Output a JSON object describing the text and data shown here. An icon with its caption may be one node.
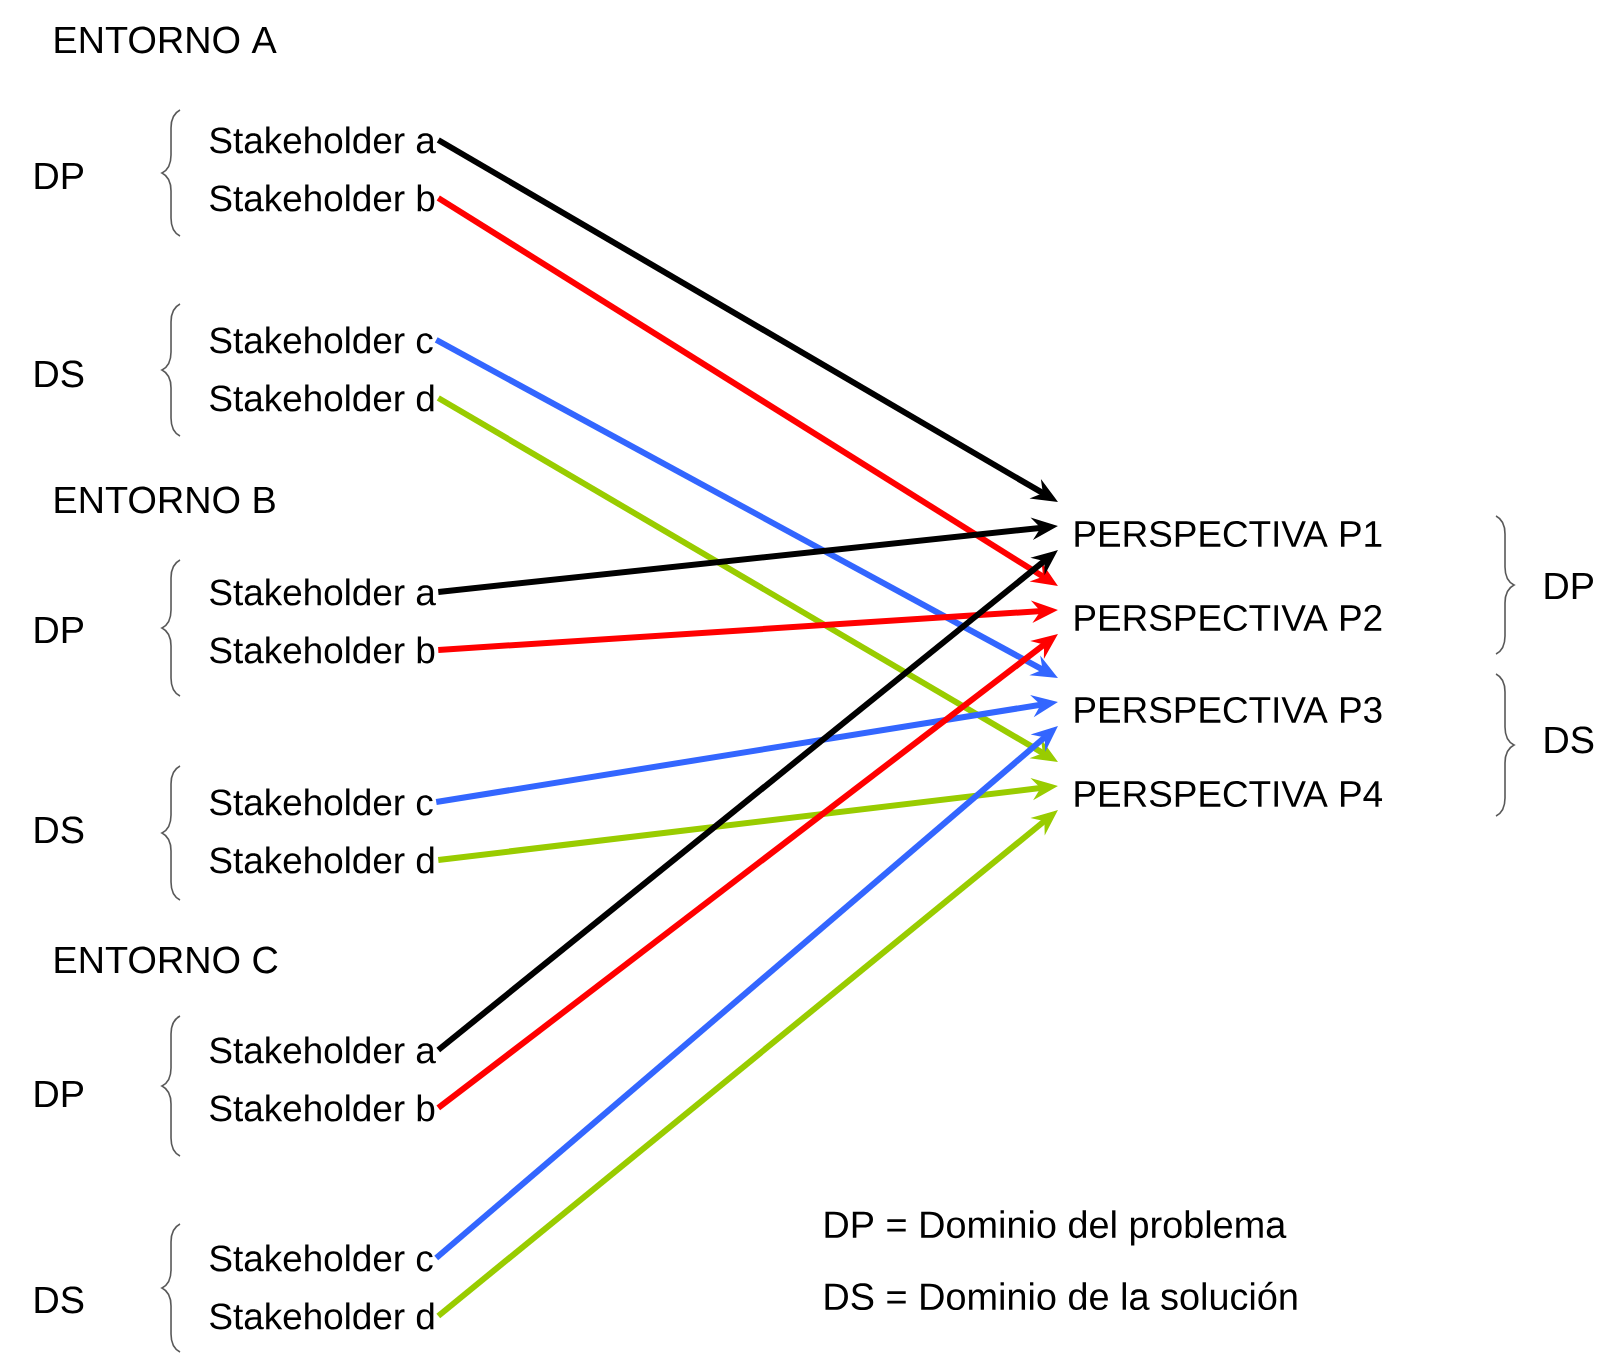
{
  "diagram": {
    "nodes": [
      {
        "text": [
          "Stakeholder a"
        ]
      },
      {
        "text": [
          "Stakeholder b"
        ]
      },
      {
        "text": [
          "Stakeholder c"
        ]
      },
      {
        "text": [
          "Stakeholder d"
        ]
      },
      {
        "text": [
          "Stakeholder a"
        ]
      },
      {
        "text": [
          "Stakeholder b"
        ]
      },
      {
        "text": [
          "Stakeholder c"
        ]
      },
      {
        "text": [
          "Stakeholder d"
        ]
      },
      {
        "text": [
          "Stakeholder a"
        ]
      },
      {
        "text": [
          "Stakeholder b"
        ]
      },
      {
        "text": [
          "Stakeholder c"
        ]
      },
      {
        "text": [
          "Stakeholder d"
        ]
      },
      {
        "text": [
          "PERSPECTIVA P1"
        ]
      },
      {
        "text": [
          "PERSPECTIVA P2"
        ]
      },
      {
        "text": [
          "PERSPECTIVA P3"
        ]
      },
      {
        "text": [
          "PERSPECTIVA P4"
        ]
      }
    ],
    "edges": [
      {
        "from": 0,
        "to": 12,
        "arrow": "to",
        "color": "#000000"
      },
      {
        "from": 1,
        "to": 13,
        "arrow": "to",
        "color": "#ff0000"
      },
      {
        "from": 2,
        "to": 14,
        "arrow": "to",
        "color": "#3366ff"
      },
      {
        "from": 3,
        "to": 15,
        "arrow": "to",
        "color": "#99cc00"
      },
      {
        "from": 4,
        "to": 12,
        "arrow": "to",
        "color": "#000000"
      },
      {
        "from": 5,
        "to": 13,
        "arrow": "to",
        "color": "#ff0000"
      },
      {
        "from": 6,
        "to": 14,
        "arrow": "to",
        "color": "#3366ff"
      },
      {
        "from": 7,
        "to": 15,
        "arrow": "to",
        "color": "#99cc00"
      },
      {
        "from": 8,
        "to": 12,
        "arrow": "to",
        "color": "#000000"
      },
      {
        "from": 9,
        "to": 13,
        "arrow": "to",
        "color": "#ff0000"
      },
      {
        "from": 10,
        "to": 14,
        "arrow": "to",
        "color": "#3366ff"
      },
      {
        "from": 11,
        "to": 15,
        "arrow": "to",
        "color": "#99cc00"
      }
    ],
    "labels": [
      "ENTORNO A",
      "DP",
      "DS",
      "ENTORNO B",
      "DP",
      "DS",
      "ENTORNO C",
      "DP",
      "DS",
      "DP",
      "DS",
      "DP = Dominio del problema",
      "DS = Dominio de la solución"
    ]
  }
}
